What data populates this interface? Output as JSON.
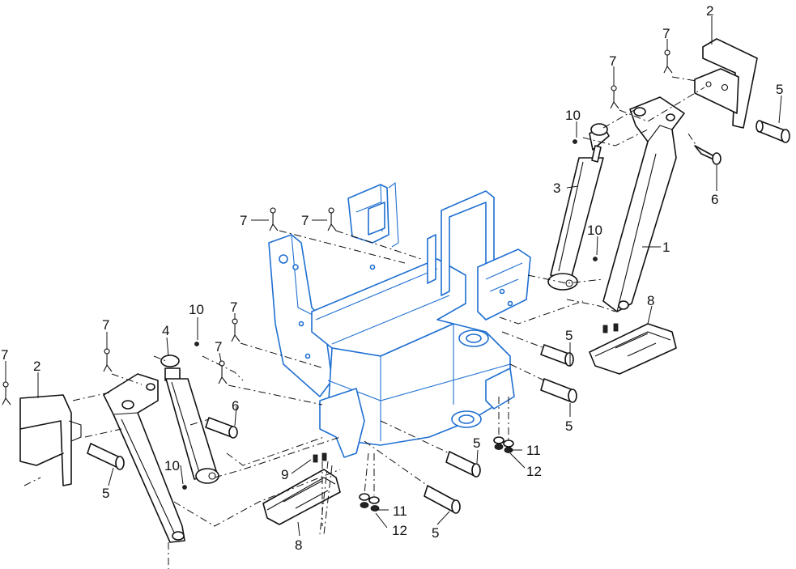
{
  "callouts": [
    {
      "id": "c2a",
      "text": "2"
    },
    {
      "id": "c7a",
      "text": "7"
    },
    {
      "id": "c7b",
      "text": "7"
    },
    {
      "id": "c5a",
      "text": "5"
    },
    {
      "id": "c10a",
      "text": "10"
    },
    {
      "id": "c3",
      "text": "3"
    },
    {
      "id": "c6a",
      "text": "6"
    },
    {
      "id": "c10b",
      "text": "10"
    },
    {
      "id": "c1",
      "text": "1"
    },
    {
      "id": "c8a",
      "text": "8"
    },
    {
      "id": "c7c",
      "text": "7"
    },
    {
      "id": "c7d",
      "text": "7"
    },
    {
      "id": "c5b",
      "text": "5"
    },
    {
      "id": "c5c",
      "text": "5"
    },
    {
      "id": "c11a",
      "text": "11"
    },
    {
      "id": "c12a",
      "text": "12"
    },
    {
      "id": "c10c",
      "text": "10"
    },
    {
      "id": "c4",
      "text": "4"
    },
    {
      "id": "c7e",
      "text": "7"
    },
    {
      "id": "c7f",
      "text": "7"
    },
    {
      "id": "c7g",
      "text": "7"
    },
    {
      "id": "c2b",
      "text": "2"
    },
    {
      "id": "c6b",
      "text": "6"
    },
    {
      "id": "c7h",
      "text": "7"
    },
    {
      "id": "c5d",
      "text": "5"
    },
    {
      "id": "c10d",
      "text": "10"
    },
    {
      "id": "c9",
      "text": "9"
    },
    {
      "id": "c5e",
      "text": "5"
    },
    {
      "id": "c8b",
      "text": "8"
    },
    {
      "id": "c11b",
      "text": "11"
    },
    {
      "id": "c12b",
      "text": "12"
    },
    {
      "id": "c5f",
      "text": "5"
    }
  ],
  "colors": {
    "frame": "#1f6fd1",
    "parts": "#111111",
    "background": "#ffffff"
  }
}
